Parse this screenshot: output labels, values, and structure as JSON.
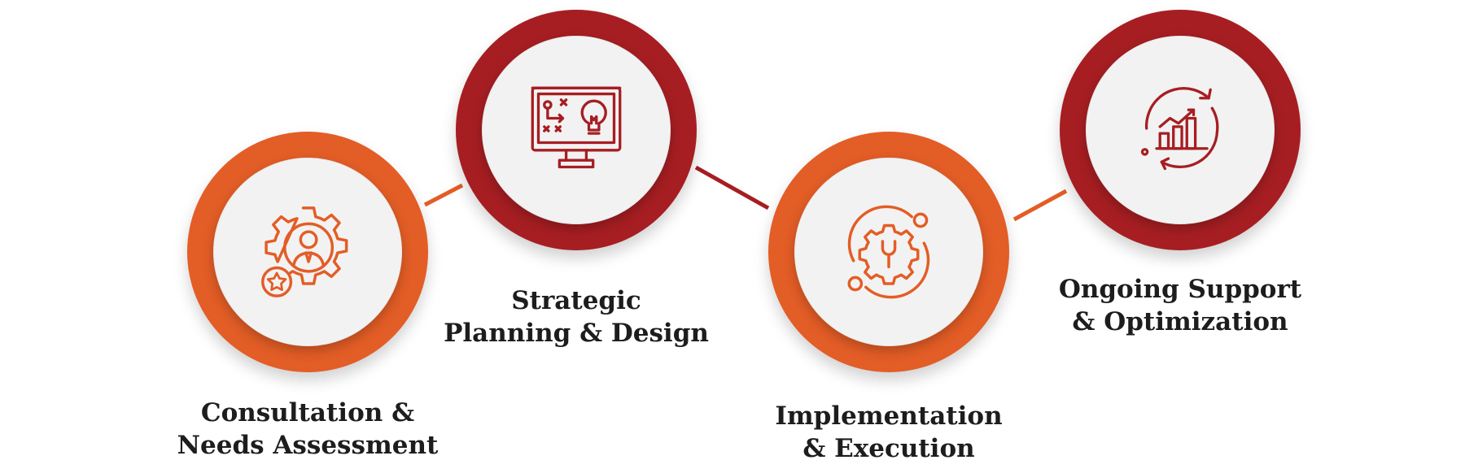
{
  "colors": {
    "orange": "#e35d26",
    "red": "#a61e22",
    "inner": "#f2f2f2",
    "text": "#1d1d1d"
  },
  "steps": [
    {
      "icon": "gear-person-star-icon",
      "color": "orange",
      "line1": "Consultation &",
      "line2": "Needs Assessment"
    },
    {
      "icon": "monitor-strategy-lightbulb-icon",
      "color": "red",
      "line1": "Strategic",
      "line2": "Planning & Design"
    },
    {
      "icon": "gear-wrench-orbit-icon",
      "color": "orange",
      "line1": "Implementation",
      "line2": "& Execution"
    },
    {
      "icon": "chart-cycle-arrows-icon",
      "color": "red",
      "line1": "Ongoing Support",
      "line2": "& Optimization"
    }
  ]
}
